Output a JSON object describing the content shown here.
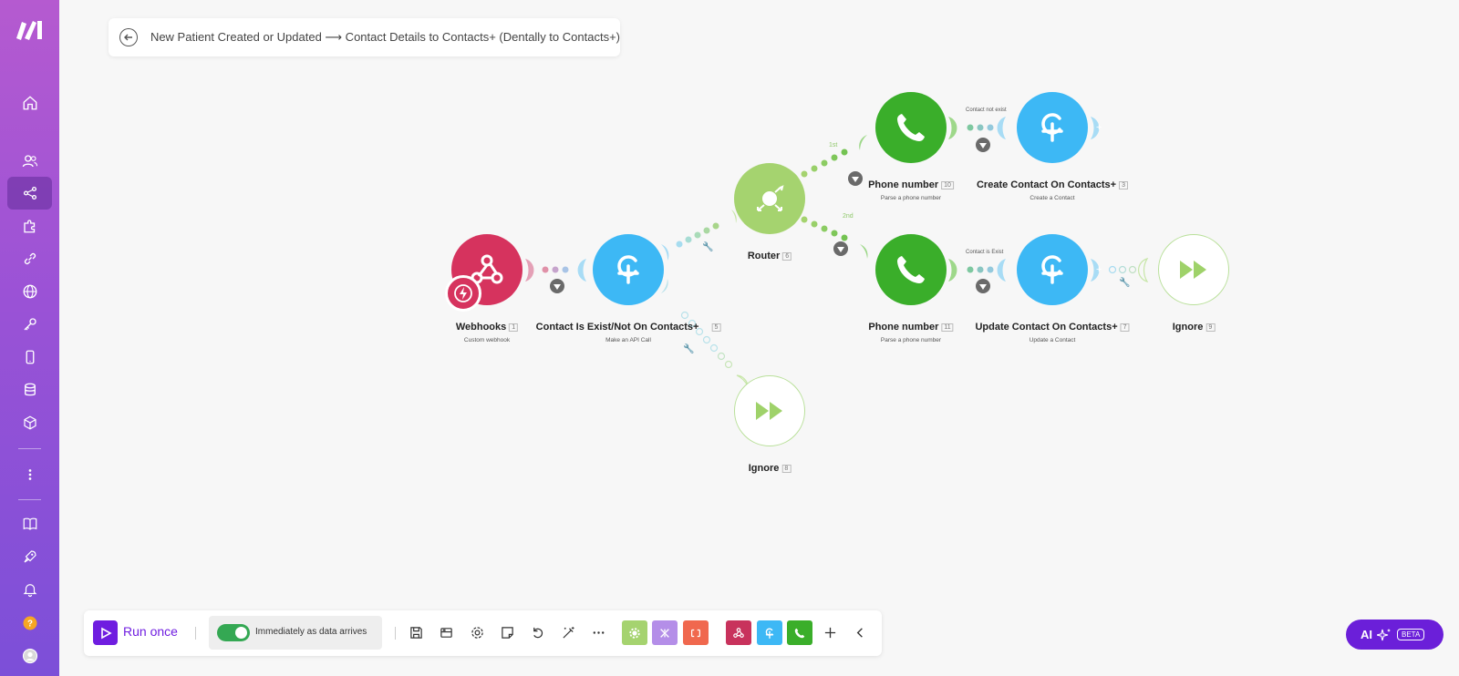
{
  "scenario": {
    "title": "New Patient Created or Updated ⟶ Contact Details to Contacts+ (Dentally to Contacts+)"
  },
  "sidebar": {
    "items": [
      {
        "name": "home",
        "icon": "home-icon"
      },
      {
        "name": "team",
        "icon": "users-icon"
      },
      {
        "name": "scenarios",
        "icon": "share-icon",
        "active": true
      },
      {
        "name": "templates",
        "icon": "puzzle-icon"
      },
      {
        "name": "connections",
        "icon": "link-icon"
      },
      {
        "name": "webhooks",
        "icon": "globe-icon"
      },
      {
        "name": "keys",
        "icon": "key-icon"
      },
      {
        "name": "devices",
        "icon": "phone-device-icon"
      },
      {
        "name": "data-stores",
        "icon": "database-icon"
      },
      {
        "name": "data-structures",
        "icon": "cube-icon"
      },
      {
        "name": "more",
        "icon": "more-vertical-icon"
      },
      {
        "name": "docs",
        "icon": "book-icon"
      },
      {
        "name": "launch",
        "icon": "rocket-icon"
      },
      {
        "name": "notifications",
        "icon": "bell-icon"
      },
      {
        "name": "help",
        "icon": "help-icon"
      },
      {
        "name": "profile",
        "icon": "avatar-icon"
      }
    ]
  },
  "modules": {
    "webhooks": {
      "name": "Webhooks",
      "num": "1",
      "sub": "Custom webhook",
      "color": "#d6335e"
    },
    "contact_check": {
      "name": "Contact Is Exist/Not On Contacts+",
      "num": "5",
      "sub": "Make an API Call",
      "color": "#3db8f5"
    },
    "router": {
      "name": "Router",
      "num": "6",
      "sub": "",
      "color": "#a5d36f"
    },
    "phone_top": {
      "name": "Phone number",
      "num": "10",
      "sub": "Parse a phone number",
      "color": "#3aae2a"
    },
    "create_contact": {
      "name": "Create Contact On Contacts+",
      "num": "3",
      "sub": "Create a Contact",
      "color": "#3db8f5"
    },
    "phone_bottom": {
      "name": "Phone number",
      "num": "11",
      "sub": "Parse a phone number",
      "color": "#3aae2a"
    },
    "update_contact": {
      "name": "Update Contact On Contacts+",
      "num": "7",
      "sub": "Update a Contact",
      "color": "#3db8f5"
    },
    "ignore_right": {
      "name": "Ignore",
      "num": "9",
      "sub": ""
    },
    "ignore_bottom": {
      "name": "Ignore",
      "num": "8",
      "sub": ""
    }
  },
  "routes": {
    "first": "1st",
    "second": "2nd",
    "not_exist": "Contact not exist",
    "is_exist": "Contact is Exist"
  },
  "toolbar": {
    "run_once": "Run once",
    "schedule": "Immediately as data arrives",
    "schedule_enabled": true,
    "icons": [
      "save-icon",
      "autoalign-icon",
      "settings-icon",
      "notes-icon",
      "undo-icon",
      "magic-wand-icon",
      "more-horizontal-icon"
    ],
    "tools": [
      {
        "name": "tools-gear",
        "color": "#a5d36f"
      },
      {
        "name": "flow-control",
        "color": "#b48ee8"
      },
      {
        "name": "text-parser",
        "color": "#f0684e"
      }
    ],
    "apps": [
      {
        "name": "webhooks",
        "color": "#c8325c"
      },
      {
        "name": "contacts-plus",
        "color": "#3db8f5"
      },
      {
        "name": "phone",
        "color": "#3aae2a"
      }
    ]
  },
  "ai": {
    "label": "AI",
    "badge": "BETA"
  }
}
